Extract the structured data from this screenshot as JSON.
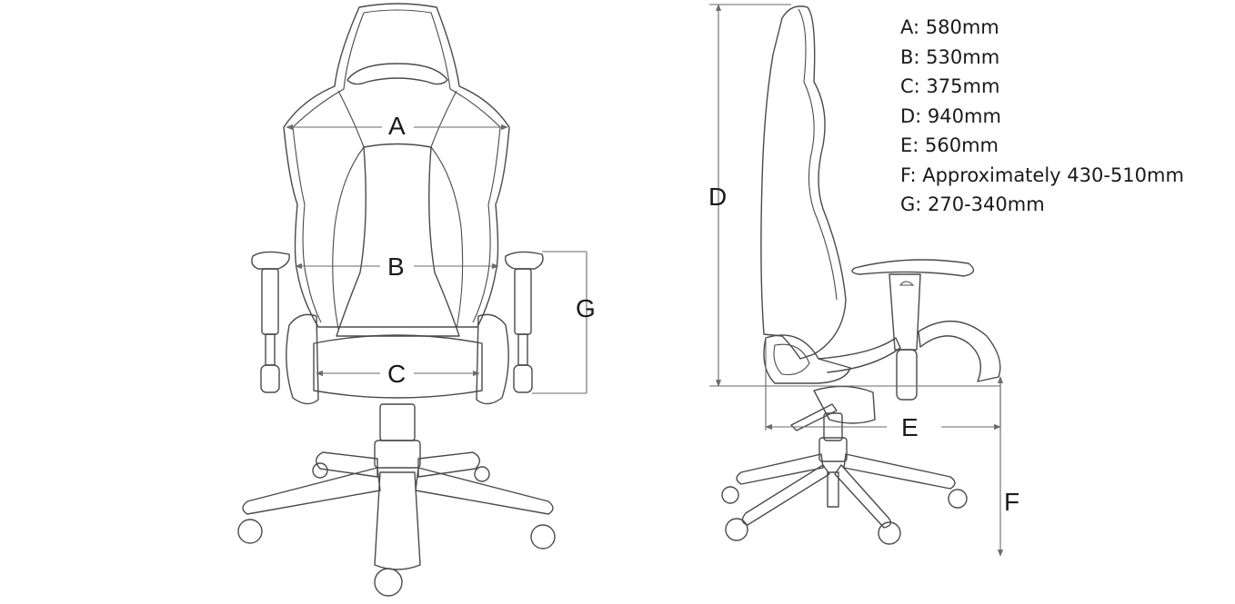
{
  "labels": {
    "a": "A",
    "b": "B",
    "c": "C",
    "d": "D",
    "e": "E",
    "f": "F",
    "g": "G"
  },
  "specs": [
    "A: 580mm",
    "B: 530mm",
    "C: 375mm",
    "D: 940mm",
    "E: 560mm",
    "F: Approximately 430-510mm",
    "G: 270-340mm"
  ]
}
